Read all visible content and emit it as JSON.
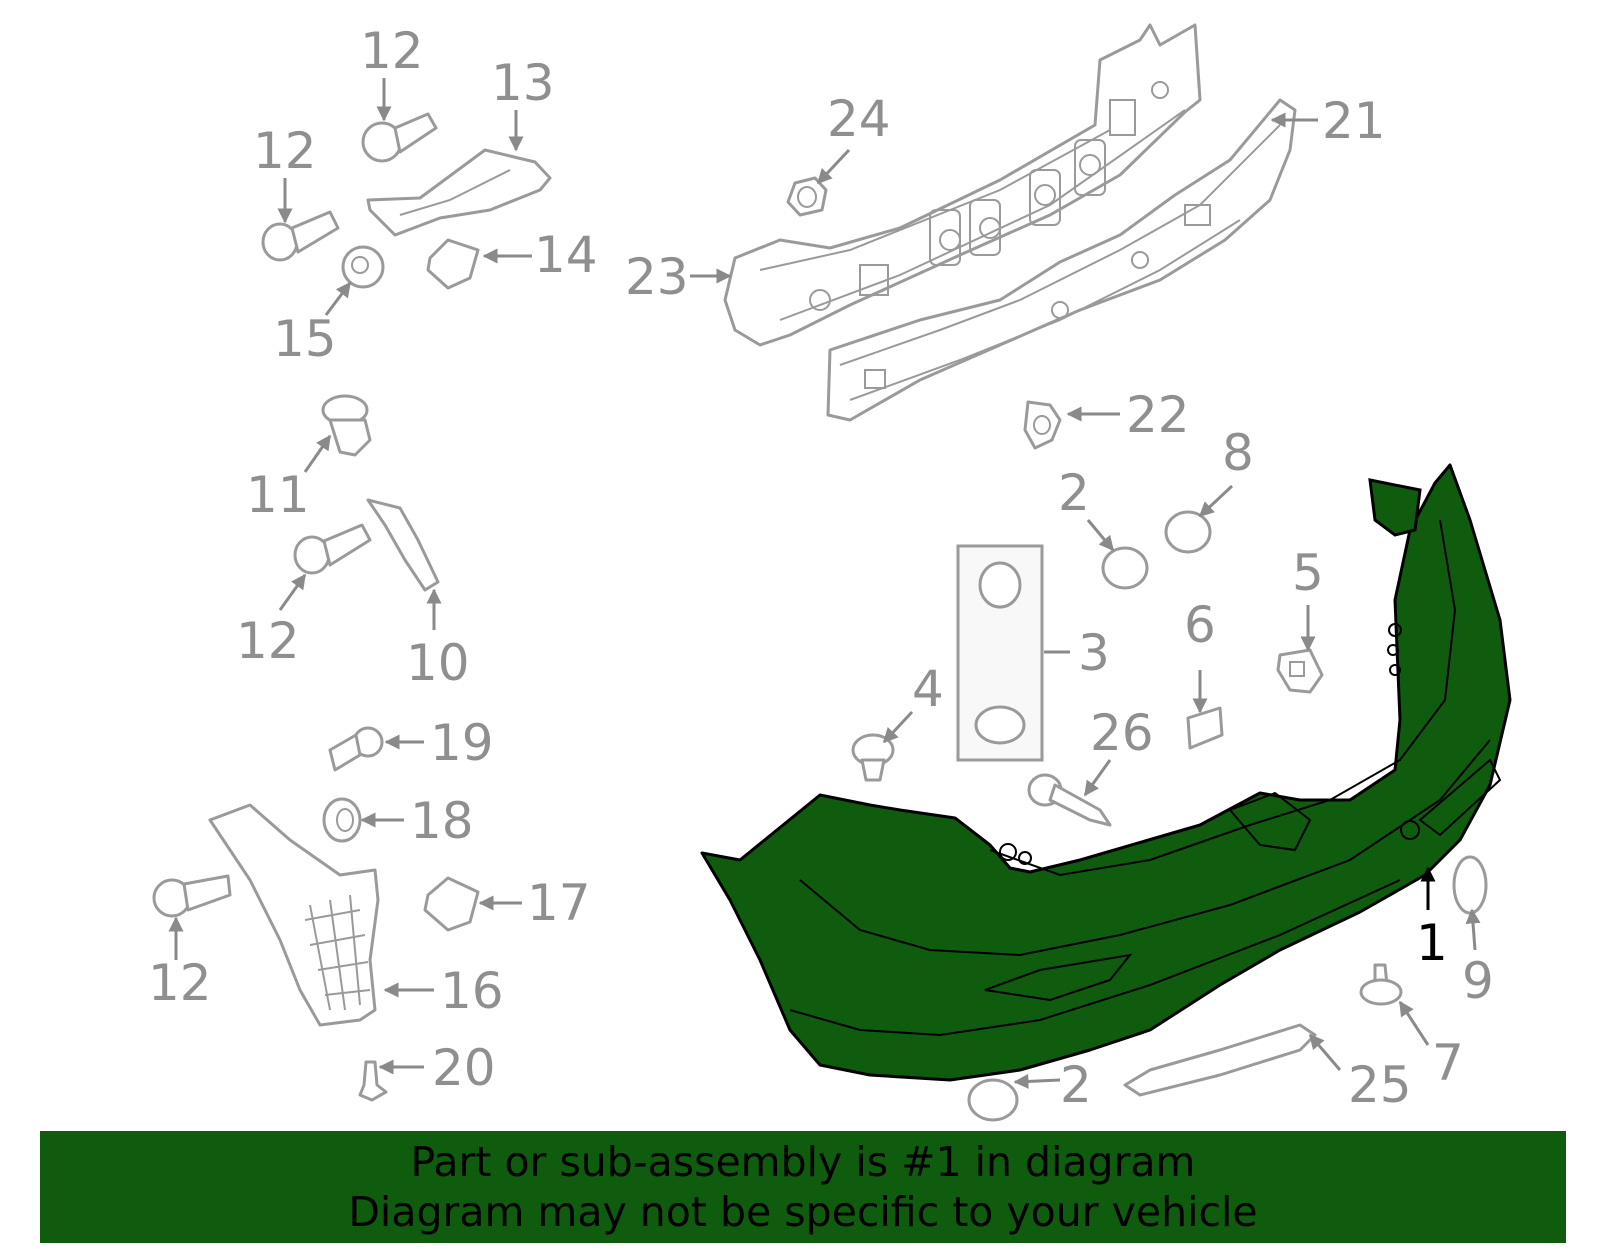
{
  "callouts": {
    "c1": "1",
    "c2a": "2",
    "c2b": "2",
    "c3": "3",
    "c4": "4",
    "c5": "5",
    "c6": "6",
    "c7": "7",
    "c8": "8",
    "c9": "9",
    "c10": "10",
    "c11": "11",
    "c12a": "12",
    "c12b": "12",
    "c12c": "12",
    "c12d": "12",
    "c13": "13",
    "c14": "14",
    "c15": "15",
    "c16": "16",
    "c17": "17",
    "c18": "18",
    "c19": "19",
    "c20": "20",
    "c21": "21",
    "c22": "22",
    "c23": "23",
    "c24": "24",
    "c25": "25",
    "c26": "26"
  },
  "highlight_color": "#0f5c0f",
  "banner": {
    "line1": "Part or sub-assembly is #1 in diagram",
    "line2": "Diagram may not be specific to your vehicle"
  }
}
